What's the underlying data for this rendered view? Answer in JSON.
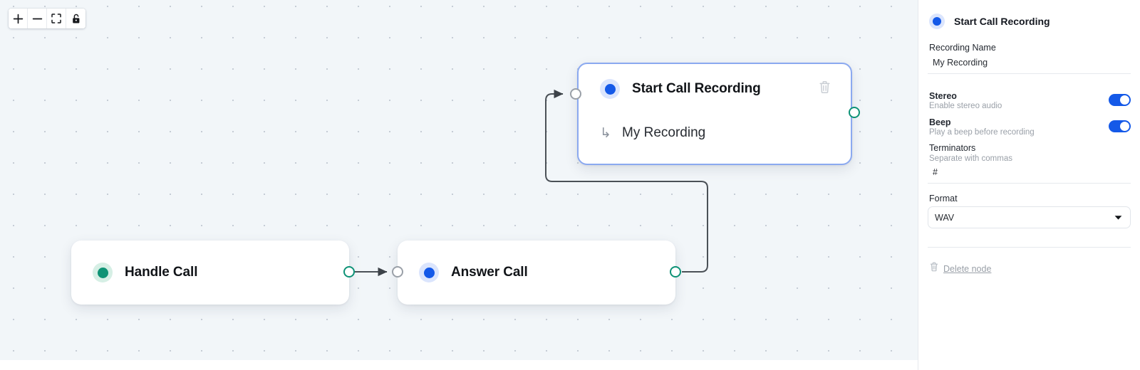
{
  "toolbar": {
    "buttons": [
      {
        "name": "zoom-in",
        "icon": "plus-icon",
        "label": "+"
      },
      {
        "name": "zoom-out",
        "icon": "minus-icon",
        "label": "−"
      },
      {
        "name": "fit-view",
        "icon": "fit-view-icon",
        "label": "Fit view"
      },
      {
        "name": "lock",
        "icon": "lock-icon",
        "label": "Lock"
      }
    ]
  },
  "canvas": {
    "nodes": [
      {
        "id": "handle-call",
        "title": "Handle Call",
        "accent": "#0f9375",
        "accent_halo": "#d6efe5",
        "selected": false
      },
      {
        "id": "answer-call",
        "title": "Answer Call",
        "accent": "#1459e8",
        "accent_halo": "#dbe5fd",
        "selected": false
      },
      {
        "id": "start-call-recording",
        "title": "Start Call Recording",
        "subtitle": "My Recording",
        "sub_arrow": "↳",
        "accent": "#1459e8",
        "accent_halo": "#dbe5fd",
        "selected": true,
        "delete_icon": "trash-icon"
      }
    ],
    "edges": [
      {
        "from": "handle-call",
        "to": "answer-call"
      },
      {
        "from": "answer-call",
        "to": "start-call-recording"
      }
    ],
    "handle_colors": {
      "output": "#0d9276",
      "input": "#9aa0a8"
    },
    "selection_color": "#8ba9f0"
  },
  "panel": {
    "title": "Start Call Recording",
    "accent": "#1459e8",
    "recording_name": {
      "label": "Recording Name",
      "value": "My Recording",
      "placeholder": "Recording Name"
    },
    "stereo": {
      "label": "Stereo",
      "description": "Enable stereo audio",
      "on": true
    },
    "beep": {
      "label": "Beep",
      "description": "Play a beep before recording",
      "on": true
    },
    "terminators": {
      "label": "Terminators",
      "description": "Separate with commas",
      "value": "#",
      "placeholder": "Terminators"
    },
    "format": {
      "label": "Format",
      "value": "WAV",
      "caret": "▼"
    },
    "delete": {
      "label": "Delete node",
      "icon": "trash-icon"
    }
  }
}
